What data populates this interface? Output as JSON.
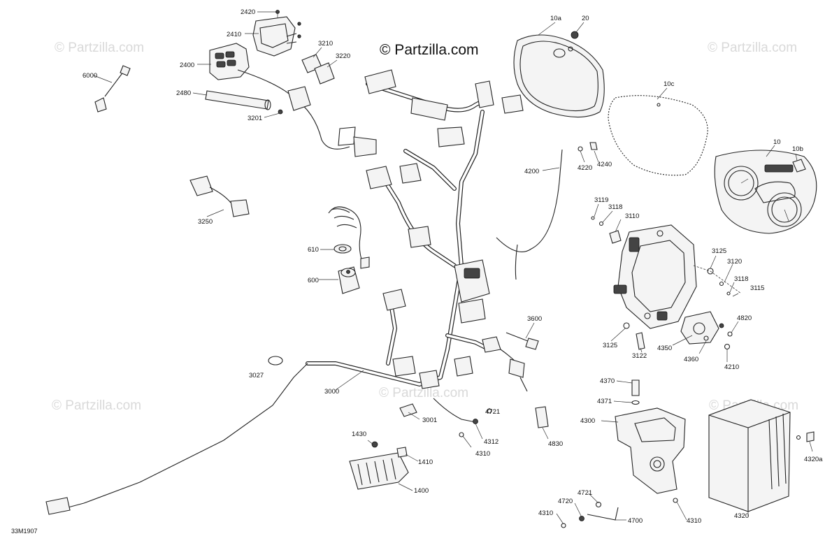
{
  "copyright": "© Partzilla.com",
  "watermark": "© Partzilla.com",
  "diagram_ref": "33M1907",
  "callouts": {
    "c2420": "2420",
    "c2410": "2410",
    "c2400": "2400",
    "c2480": "2480",
    "c3201": "3201",
    "c3210": "3210",
    "c3220": "3220",
    "c6000": "6000",
    "c3250": "3250",
    "c610": "610",
    "c600": "600",
    "c3027": "3027",
    "c3000": "3000",
    "c3001": "3001",
    "c3600": "3600",
    "c4200": "4200",
    "c4220": "4220",
    "c4240": "4240",
    "c10a": "10a",
    "c20": "20",
    "c10c": "10c",
    "c10": "10",
    "c10b": "10b",
    "c3119": "3119",
    "c3118a": "3118",
    "c3110": "3110",
    "c3125a": "3125",
    "c3120": "3120",
    "c3118b": "3118",
    "c3115": "3115",
    "c4820": "4820",
    "c3125b": "3125",
    "c3122": "3122",
    "c4350": "4350",
    "c4360": "4360",
    "c4210": "4210",
    "c4370": "4370",
    "c4371": "4371",
    "c4300": "4300",
    "c4320a": "4320a",
    "c4320": "4320",
    "c4721a": "4721",
    "c4312": "4312",
    "c4310a": "4310",
    "c4830": "4830",
    "c1430": "1430",
    "c1410": "1410",
    "c1400": "1400",
    "c4721b": "4721",
    "c4720": "4720",
    "c4310b": "4310",
    "c4700": "4700",
    "c4310c": "4310"
  }
}
